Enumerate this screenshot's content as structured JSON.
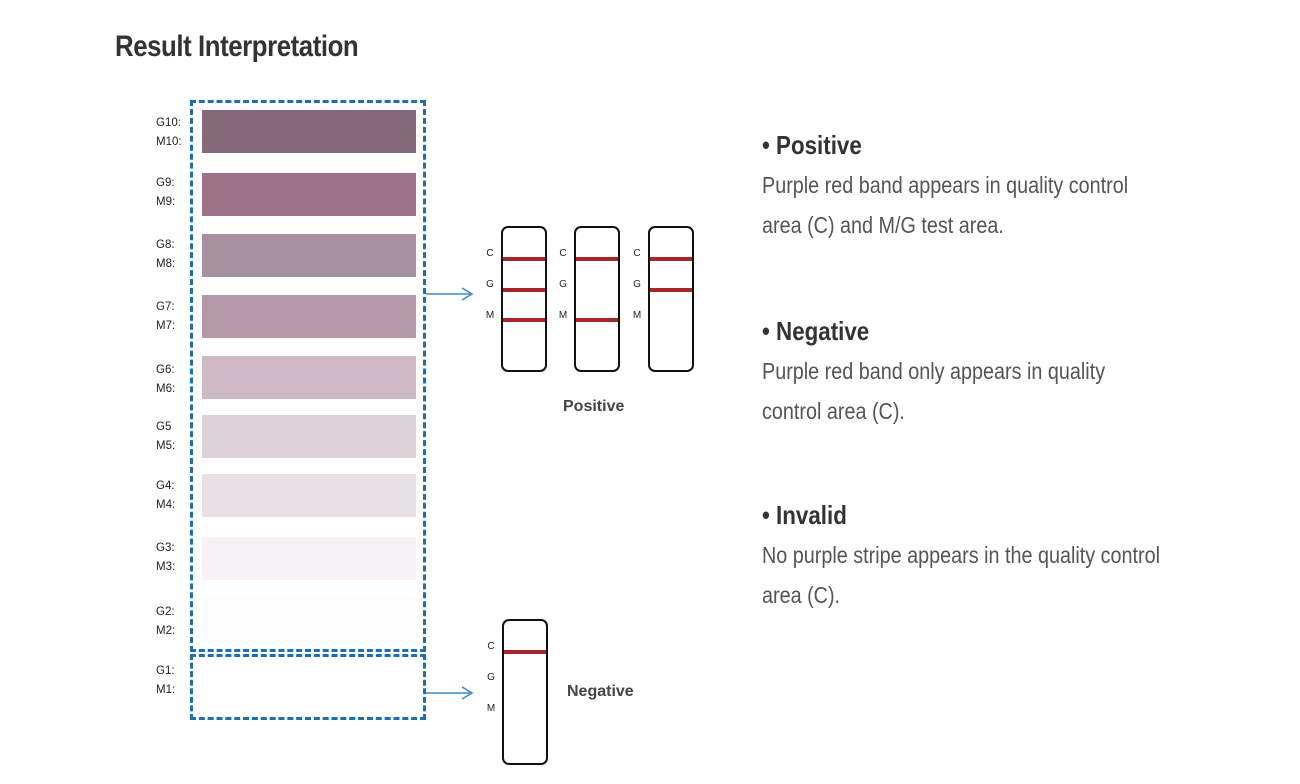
{
  "title": "Result Interpretation",
  "chart": {
    "levels": [
      {
        "g": "G10:",
        "m": "M10:",
        "color": "#856879"
      },
      {
        "g": "G9:",
        "m": "M9:",
        "color": "#9c7288"
      },
      {
        "g": "G8:",
        "m": "M8:",
        "color": "#a6919e"
      },
      {
        "g": "G7:",
        "m": "M7:",
        "color": "#b597aa"
      },
      {
        "g": "G6:",
        "m": "M6:",
        "color": "#cdbac6"
      },
      {
        "g": "G5",
        "m": "M5:",
        "color": "#ddd1d8"
      },
      {
        "g": "G4:",
        "m": "M4:",
        "color": "#e9e0e6"
      },
      {
        "g": "G3:",
        "m": "M3:",
        "color": "#f7f2f5"
      },
      {
        "g": "G2:",
        "m": "M2:",
        "color": "#fdfcfd"
      },
      {
        "g": "G1:",
        "m": "M1:",
        "color": "#ffffff"
      }
    ],
    "frame_color": "#1e6fb0",
    "band_color": "#a7262a",
    "arrow_color": "#3d8ac9"
  },
  "strips": {
    "letters": [
      "C",
      "G",
      "M"
    ],
    "positive_caption": "Positive",
    "negative_caption": "Negative",
    "positive_strips": [
      {
        "bands": [
          "C",
          "G",
          "M"
        ]
      },
      {
        "bands": [
          "C",
          "M"
        ]
      },
      {
        "bands": [
          "C",
          "G"
        ]
      }
    ],
    "negative_strip": {
      "bands": [
        "C"
      ]
    }
  },
  "sections": [
    {
      "head": "• Positive",
      "body": "Purple red band appears in quality control area (C) and M/G test area."
    },
    {
      "head": "• Negative",
      "body": "Purple red band only appears in quality control area (C)."
    },
    {
      "head": "• Invalid",
      "body": "No purple stripe appears in the quality control area (C)."
    }
  ]
}
